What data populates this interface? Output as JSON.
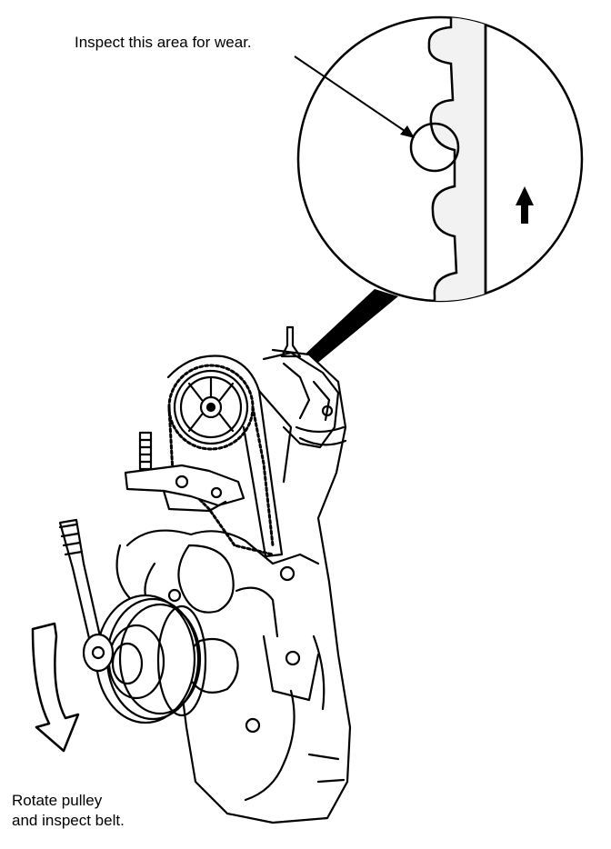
{
  "callouts": {
    "wear": "Inspect this area for wear.",
    "rotate_line1": "Rotate pulley",
    "rotate_line2": "and inspect belt."
  },
  "colors": {
    "ink": "#000000",
    "paper": "#ffffff"
  },
  "icons": {
    "direction_arrow": "arrow-up-icon",
    "rotation_arrow": "curved-arrow-down-icon"
  }
}
